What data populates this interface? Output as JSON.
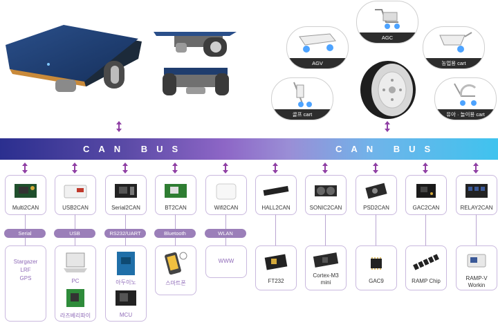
{
  "bus": {
    "left_label": "CAN BUS",
    "right_label": "CAN BUS"
  },
  "applications": [
    {
      "label": "AGC",
      "icon": "cart-icon"
    },
    {
      "label": "AGV",
      "icon": "cart-icon"
    },
    {
      "label": "농업용 cart",
      "icon": "wheelbarrow-icon"
    },
    {
      "label": "골프 cart",
      "icon": "golf-cart-icon"
    },
    {
      "label": "유아 · 놀이용 cart",
      "icon": "stroller-icon"
    }
  ],
  "modules": [
    {
      "name": "Multi2CAN",
      "icon": "board-icon"
    },
    {
      "name": "USB2CAN",
      "icon": "usb-box-icon"
    },
    {
      "name": "Serial2CAN",
      "icon": "board-icon"
    },
    {
      "name": "BT2CAN",
      "icon": "board-icon"
    },
    {
      "name": "Wifi2CAN",
      "icon": "wifi-box-icon"
    },
    {
      "name": "HALL2CAN",
      "icon": "sensor-bar-icon"
    },
    {
      "name": "SONIC2CAN",
      "icon": "ultrasonic-icon"
    },
    {
      "name": "PSD2CAN",
      "icon": "psd-icon"
    },
    {
      "name": "GAC2CAN",
      "icon": "board-icon"
    },
    {
      "name": "RELAY2CAN",
      "icon": "relay-icon"
    }
  ],
  "interfaces": [
    "Serial",
    "USB",
    "RS232/UART",
    "Bluetooth",
    "WLAN"
  ],
  "endpoints": {
    "serial": [
      "Stargazer",
      "LRF",
      "GPS"
    ],
    "usb": [
      "PC",
      "라즈베리파이"
    ],
    "uart": [
      "아두이노",
      "MCU"
    ],
    "bluetooth": [
      "스마트폰"
    ],
    "wlan": [
      "WWW"
    ],
    "hall": [
      "FT232"
    ],
    "sonic": [
      "Cortex-M3",
      "mini"
    ],
    "psd": [
      "GAC9"
    ],
    "gac": [
      "RAMP Chip"
    ],
    "relay": [
      "RAMP-V",
      "Workin"
    ]
  },
  "colors": {
    "accent": "#8f6bb8",
    "pill": "#9b7fb9",
    "border": "#c9b8de"
  }
}
